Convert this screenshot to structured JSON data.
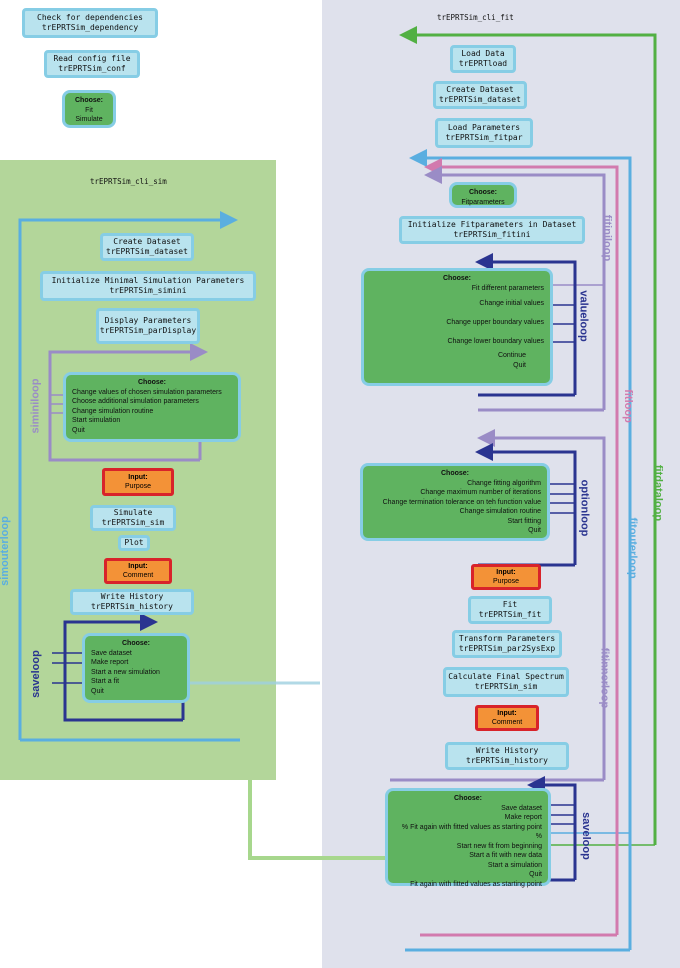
{
  "top": {
    "dep": [
      "Check for dependencies",
      "trEPRTSim_dependency"
    ],
    "conf": [
      "Read config file",
      "trEPRTSim_conf"
    ],
    "choose": {
      "title": "Choose:",
      "items": [
        "Fit",
        "Simulate"
      ]
    }
  },
  "sim": {
    "title": "trEPRTSim_cli_sim",
    "create": [
      "Create Dataset",
      "trEPRTSim_dataset"
    ],
    "simini": [
      "Initialize Minimal Simulation Parameters",
      "trEPRTSim_simini"
    ],
    "display": [
      "Display Parameters",
      "trEPRTSim_parDisplay"
    ],
    "choose1": {
      "title": "Choose:",
      "items": [
        "Change values of chosen simulation parameters",
        "Choose additional simulation parameters",
        "Change simulation routine",
        "Start simulation",
        "Quit"
      ]
    },
    "purpose": {
      "title": "Input:",
      "label": "Purpose"
    },
    "simulate": [
      "Simulate",
      "trEPRTSim_sim"
    ],
    "plot": "Plot",
    "comment": {
      "title": "Input:",
      "label": "Comment"
    },
    "history": [
      "Write History",
      "trEPRTSim_history"
    ],
    "choose2": {
      "title": "Choose:",
      "items": [
        "Save dataset",
        "Make report",
        "Start a new simulation",
        "Start a fit",
        "Quit"
      ]
    },
    "loops": {
      "siminiloop": "siminiloop",
      "saveloop": "saveloop",
      "simouterloop": "simouterloop"
    }
  },
  "fit": {
    "title": "trEPRTSim_cli_fit",
    "load": [
      "Load Data",
      "trEPRTload"
    ],
    "create": [
      "Create Dataset",
      "trEPRTSim_dataset"
    ],
    "fitpar": [
      "Load Parameters",
      "trEPRTSim_fitpar"
    ],
    "choosefp": {
      "title": "Choose:",
      "label": "Fitparameters"
    },
    "fitini": [
      "Initialize Fitparameters in Dataset",
      "trEPRTSim_fitini"
    ],
    "choose1": {
      "title": "Choose:",
      "items": [
        "Fit different parameters",
        "Change initial values",
        "Change upper boundary values",
        "Change lower boundary values",
        "Continue",
        "Quit"
      ]
    },
    "choose2": {
      "title": "Choose:",
      "items": [
        "Change fitting algorithm",
        "Change maximum number of iterations",
        "Change termination tolerance on teh function value",
        "Change simulation routine",
        "Start fitting",
        "Quit"
      ]
    },
    "purpose": {
      "title": "Input:",
      "label": "Purpose"
    },
    "fitbox": [
      "Fit",
      "trEPRTSim_fit"
    ],
    "transform": [
      "Transform Parameters",
      "trEPRTSim_par2SysExp"
    ],
    "final": [
      "Calculate Final Spectrum",
      "trEPRTSim_sim"
    ],
    "comment": {
      "title": "Input:",
      "label": "Comment"
    },
    "history": [
      "Write History",
      "trEPRTSim_history"
    ],
    "choose3": {
      "title": "Choose:",
      "items": [
        "Save dataset",
        "Make report",
        "% Fit again with fitted values as starting point %",
        "Start new fit from beginning",
        "Start a fit with new data",
        "Start a simulation",
        "Quit",
        "Fit again with fitted values as starting point"
      ]
    },
    "loops": {
      "valueloop": "valueloop",
      "fitiniloop": "fitiniloop",
      "fitloop": "fitloop",
      "optionloop": "optionloop",
      "fitinnerloop": "fitinnerloop",
      "fitouterloop": "fitouterloop",
      "fitdataloop": "fitdataloop",
      "saveloop": "saveloop"
    }
  },
  "colors": {
    "navy": "#2a3490",
    "purple": "#9a8cc6",
    "pink": "#d27aae",
    "lightblue": "#5aaee0",
    "green": "#52b043",
    "orange": "#f39237",
    "red": "#d8232a"
  }
}
